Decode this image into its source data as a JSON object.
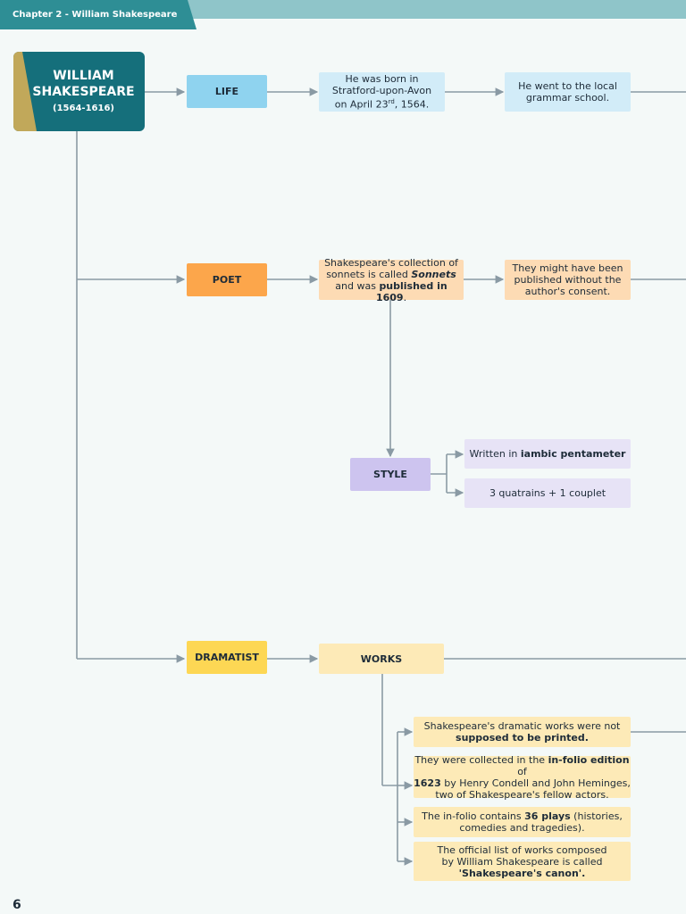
{
  "header": {
    "chapter": "Chapter  2 - William Shakespeare"
  },
  "main_node": {
    "name_line1": "WILLIAM",
    "name_line2": "SHAKESPEARE",
    "years": "(1564-1616)"
  },
  "life": {
    "label": "LIFE",
    "born_line1": "He was born in",
    "born_line2": "Stratford-upon-Avon",
    "born_line3_pre": "on April 23",
    "born_line3_sup": "rd",
    "born_line3_post": ", 1564.",
    "school_line1": "He went to the local",
    "school_line2": "grammar school."
  },
  "poet": {
    "label": "POET",
    "sonnets_line1": "Shakespeare's collection of",
    "sonnets_line2_pre": "sonnets is called ",
    "sonnets_line2_bold": "Sonnets",
    "sonnets_line3_pre": "and was ",
    "sonnets_line3_bold": "published in 1609",
    "sonnets_line3_post": ".",
    "consent_line1": "They might have been",
    "consent_line2": "published without the",
    "consent_line3": "author's consent."
  },
  "style": {
    "label": "STYLE",
    "iambic_pre": "Written in ",
    "iambic_bold": "iambic pentameter",
    "quatrains": "3 quatrains + 1 couplet"
  },
  "dramatist": {
    "label": "DRAMATIST",
    "works_label": "WORKS",
    "works_items": {
      "printed_line1": "Shakespeare's dramatic works were not",
      "printed_line2": "supposed to be printed.",
      "folio_line1_pre": "They were collected in the ",
      "folio_line1_bold": "in-folio edition",
      "folio_line1_post": " of",
      "folio_line2_bold": "1623",
      "folio_line2_post": " by Henry Condell and John Heminges,",
      "folio_line3": "two of Shakespeare's fellow actors.",
      "plays_line1_pre": "The in-folio contains ",
      "plays_line1_bold": "36 plays",
      "plays_line1_post": " (histories,",
      "plays_line2": "comedies and tragedies).",
      "canon_line1": "The official list of works composed",
      "canon_line2": "by William Shakespeare is called",
      "canon_line3": "'Shakespeare's canon'."
    }
  },
  "page_number": "6",
  "colors": {
    "life": "#8fd3ef",
    "poet": "#fca64b",
    "style": "#cdc4ef",
    "dramatist": "#fdd754",
    "main": "#156f7b",
    "connector": "#8a9aa4"
  }
}
